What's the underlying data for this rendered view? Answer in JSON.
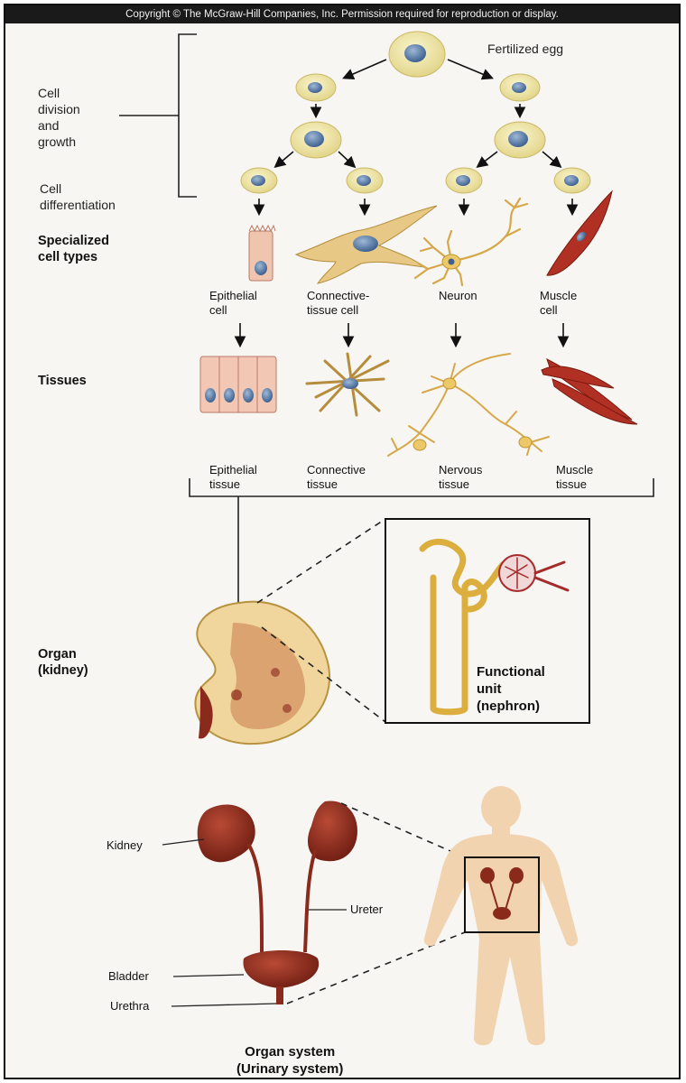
{
  "copyright": "Copyright © The McGraw-Hill Companies, Inc. Permission required for reproduction or display.",
  "stages": {
    "fertilized_egg": "Fertilized egg",
    "division": "Cell\ndivision\nand\ngrowth",
    "differentiation": "Cell\ndifferentiation",
    "specialized": "Specialized\ncell types",
    "tissues": "Tissues",
    "organ": "Organ\n(kidney)",
    "functional_unit": "Functional\nunit\n(nephron)",
    "organ_system": "Organ system\n(Urinary system)"
  },
  "cell_types": [
    "Epithelial\ncell",
    "Connective-\ntissue cell",
    "Neuron",
    "Muscle\ncell"
  ],
  "tissue_types": [
    "Epithelial\ntissue",
    "Connective\ntissue",
    "Nervous\ntissue",
    "Muscle\ntissue"
  ],
  "urinary_labels": {
    "kidney": "Kidney",
    "ureter": "Ureter",
    "bladder": "Bladder",
    "urethra": "Urethra"
  },
  "colors": {
    "cell_fill": "#efe6a6",
    "nucleus": "#5b7da6",
    "kidney_red": "#8a2a1a",
    "tissue_tan": "#d9b35f",
    "body_skin": "#f2d3b0"
  }
}
